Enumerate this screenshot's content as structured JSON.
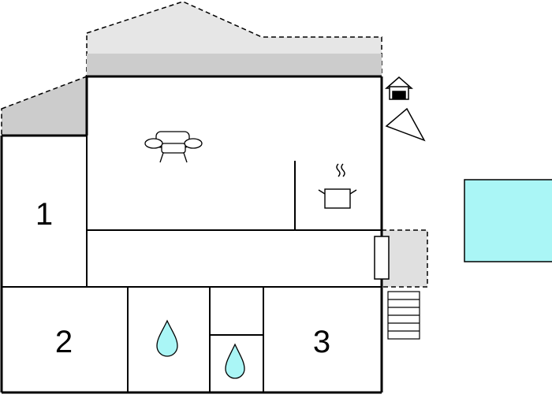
{
  "floorplan": {
    "rooms": [
      {
        "id": "bedroom-1",
        "number": "1"
      },
      {
        "id": "bedroom-2",
        "number": "2"
      },
      {
        "id": "bedroom-3",
        "number": "3"
      }
    ],
    "icons": [
      "sofa-icon",
      "cooking-pot-icon",
      "water-drop-icon",
      "water-drop-icon",
      "house-icon",
      "triangle-arrow-icon"
    ],
    "colors": {
      "wall": "#000000",
      "roof_fill": "#cccccc",
      "roof_outline_fill": "#e6e6e6",
      "terrace_fill": "#e0e0e0",
      "pool_fill": "#aaf6f6",
      "water_drop_fill": "#aaf6f6"
    }
  }
}
